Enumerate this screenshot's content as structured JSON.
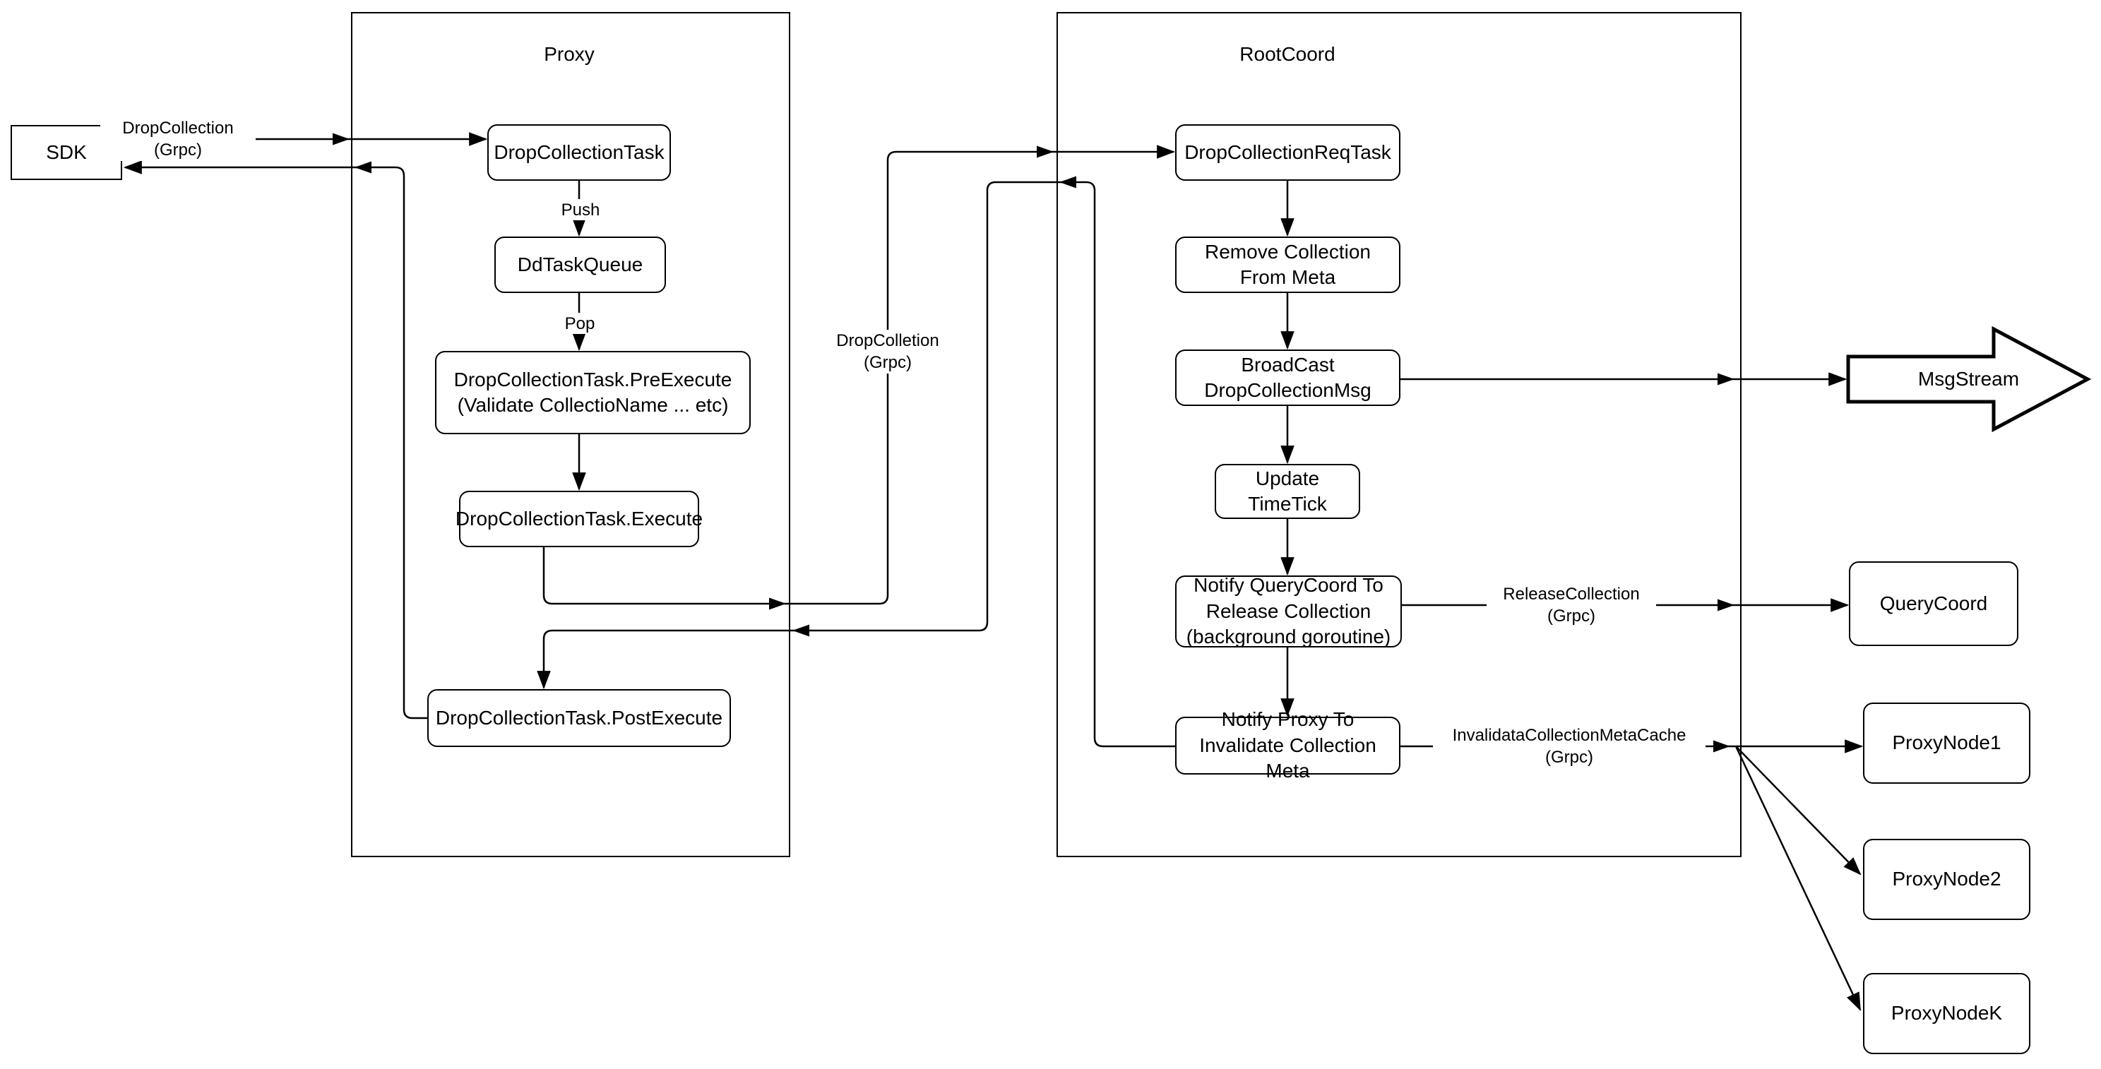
{
  "diagram": {
    "colors": {
      "stroke": "#000000",
      "background": "#ffffff"
    },
    "containers": {
      "proxy": {
        "title": "Proxy"
      },
      "rootcoord": {
        "title": "RootCoord"
      }
    },
    "nodes": {
      "sdk": {
        "label": "SDK"
      },
      "drop_collection_task": {
        "label": "DropCollectionTask"
      },
      "dd_task_queue": {
        "label": "DdTaskQueue"
      },
      "pre_execute": {
        "line1": "DropCollectionTask.PreExecute",
        "line2": "(Validate CollectioName ... etc)"
      },
      "execute": {
        "label": "DropCollectionTask.Execute"
      },
      "post_execute": {
        "label": "DropCollectionTask.PostExecute"
      },
      "req_task": {
        "label": "DropCollectionReqTask"
      },
      "remove_meta": {
        "line1": "Remove Collection",
        "line2": "From Meta"
      },
      "broadcast": {
        "line1": "BroadCast",
        "line2": "DropCollectionMsg"
      },
      "update_timetick": {
        "label": "Update TimeTick"
      },
      "notify_querycoord": {
        "line1": "Notify QueryCoord To",
        "line2": "Release Collection",
        "line3": "(background goroutine)"
      },
      "notify_proxy": {
        "line1": "Notify Proxy To",
        "line2": "Invalidate Collection Meta"
      },
      "msgstream": {
        "label": "MsgStream"
      },
      "querycoord": {
        "label": "QueryCoord"
      },
      "proxynode1": {
        "label": "ProxyNode1"
      },
      "proxynode2": {
        "label": "ProxyNode2"
      },
      "proxynodek": {
        "label": "ProxyNodeK"
      }
    },
    "edge_labels": {
      "sdk_request": {
        "line1": "DropCollection",
        "line2": "(Grpc)"
      },
      "proxy_to_rootcoord": {
        "line1": "DropColletion",
        "line2": "(Grpc)"
      },
      "release_collection": {
        "line1": "ReleaseCollection",
        "line2": "(Grpc)"
      },
      "invalidate_cache": {
        "line1": "InvalidataCollectionMetaCache",
        "line2": "(Grpc)"
      },
      "push": {
        "label": "Push"
      },
      "pop": {
        "label": "Pop"
      }
    }
  }
}
